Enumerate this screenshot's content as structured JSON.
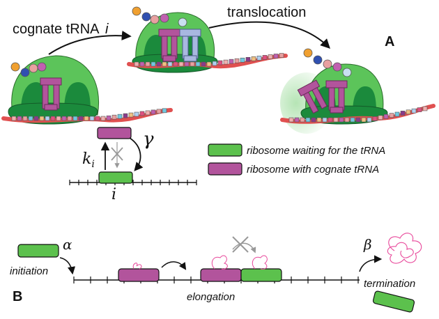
{
  "panel_a": {
    "label": "A",
    "cognate_label": "cognate tRNA",
    "cognate_index": "i",
    "translocation_label": "translocation"
  },
  "kinetics": {
    "k_symbol": "k",
    "k_sub": "i",
    "gamma_symbol": "γ",
    "site_index": "i"
  },
  "legend": {
    "waiting_label": "ribosome waiting for the tRNA",
    "cognate_label": "ribosome with cognate tRNA"
  },
  "panel_b": {
    "label": "B",
    "alpha": "α",
    "beta": "β",
    "initiation": "initiation",
    "elongation": "elongation",
    "termination": "termination"
  },
  "colors": {
    "waiting": "#5cc14d",
    "cognate": "#b2549c",
    "ribosome_light": "#5cc45a",
    "ribosome_dark": "#1b8a3c",
    "mrna": "#e05050",
    "peptide": "#e8479a"
  }
}
